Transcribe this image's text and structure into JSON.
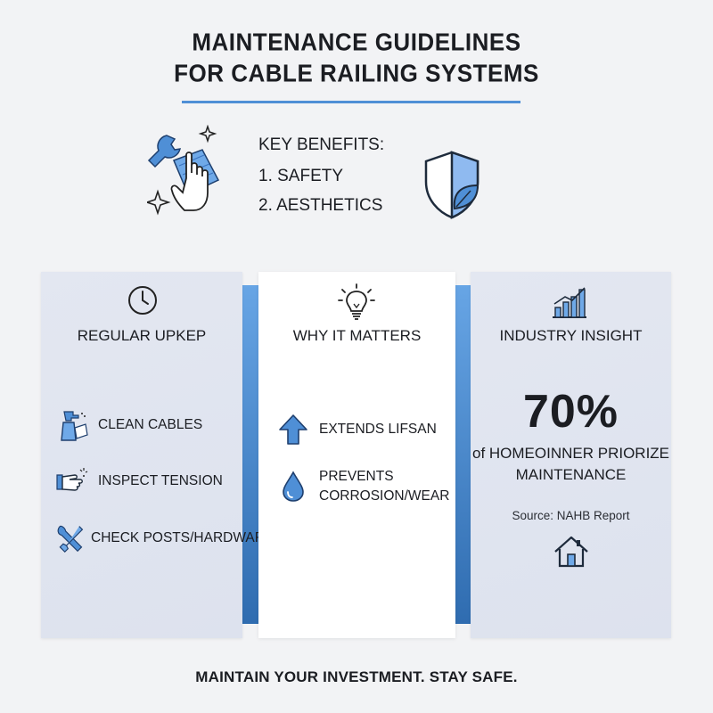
{
  "title": {
    "line1": "MAINTENANCE GUIDELINES",
    "line2": "FOR CABLE RAILING SYSTEMS"
  },
  "benefits": {
    "heading": "KEY BENEFITS:",
    "items": [
      "1. SAFETY",
      "2. AESTHETICS"
    ],
    "icons": [
      "wrench-hand-cleaning-icon",
      "shield-leaf-icon"
    ]
  },
  "columns": [
    {
      "heading": "REGULAR UPKEP",
      "icon": "clock-icon",
      "items": [
        {
          "label": "CLEAN CABLES",
          "icon": "spray-bottle-icon"
        },
        {
          "label": "INSPECT TENSION",
          "icon": "hand-inspect-icon"
        },
        {
          "label": "CHECK POSTS/HARDWARE",
          "icon": "tools-icon"
        }
      ]
    },
    {
      "heading": "WHY IT MATTERS",
      "icon": "lightbulb-icon",
      "items": [
        {
          "label": "EXTENDS LIFSAN",
          "icon": "arrow-up-icon"
        },
        {
          "label_line1": "PREVENTS",
          "label_line2": "CORROSION/WEAR",
          "icon": "water-drop-icon"
        }
      ]
    },
    {
      "heading": "INDUSTRY INSIGHT",
      "icon": "bar-chart-icon",
      "stat": "70%",
      "desc_line1": "of HOMEOINNER PRIORIZE",
      "desc_line2": "MAINTENANCE",
      "source": "Source: NAHB Report",
      "bottom_icon": "house-icon"
    }
  ],
  "footer": "MAINTAIN YOUR INVESTMENT. STAY SAFE.",
  "colors": {
    "accent": "#4f8fd6",
    "icon_blue": "#3a7fd0",
    "dark": "#1b1d22"
  }
}
